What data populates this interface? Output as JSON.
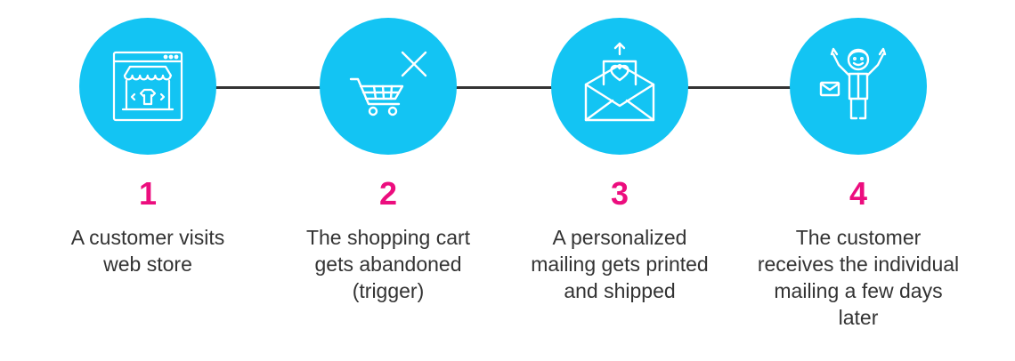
{
  "steps": [
    {
      "number": "1",
      "text": "A customer visits web store",
      "icon": "web-store-icon"
    },
    {
      "number": "2",
      "text": "The shopping cart gets abandoned (trigger)",
      "icon": "abandoned-cart-icon"
    },
    {
      "number": "3",
      "text": "A personalized mailing gets printed and shipped",
      "icon": "mailing-envelope-icon"
    },
    {
      "number": "4",
      "text": "The customer receives the individual mailing a few days later",
      "icon": "happy-customer-icon"
    }
  ],
  "colors": {
    "circle": "#13c4f3",
    "number": "#ec0d7e",
    "text": "#333333",
    "connector": "#333333",
    "icon_stroke": "#ffffff"
  }
}
